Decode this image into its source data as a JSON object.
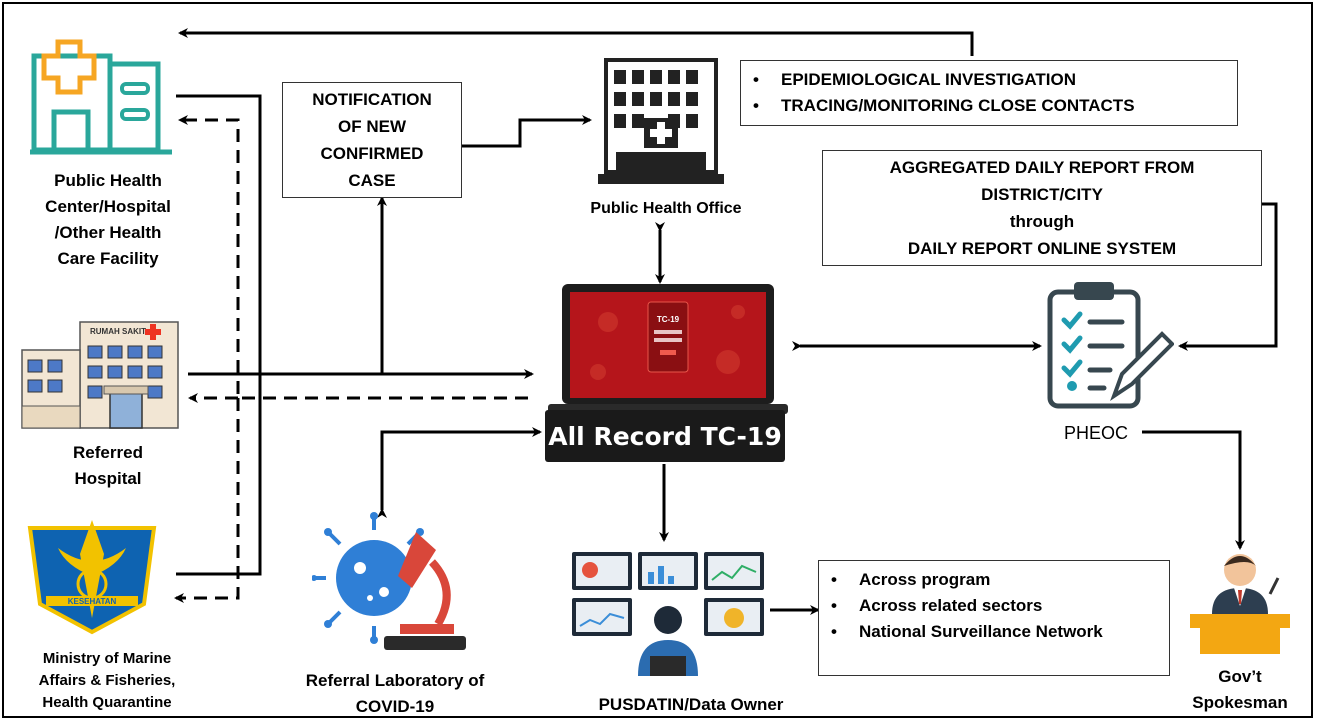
{
  "nodes": {
    "phc": {
      "label_lines": [
        "Public Health",
        "Center/Hospital",
        "/Other Health",
        "Care Facility"
      ]
    },
    "referred_hospital": {
      "label_lines": [
        "Referred",
        "Hospital"
      ],
      "sign_text": "RUMAH SAKIT"
    },
    "ministry": {
      "label_lines": [
        "Ministry of Marine",
        "Affairs & Fisheries,",
        "Health Quarantine"
      ],
      "emblem_text": "KESEHATAN"
    },
    "notification": {
      "lines": [
        "NOTIFICATION",
        "OF NEW",
        "CONFIRMED",
        "CASE"
      ]
    },
    "public_health_office": {
      "label": "Public Health Office"
    },
    "epi_box": {
      "items": [
        "EPIDEMIOLOGICAL INVESTIGATION",
        "TRACING/MONITORING CLOSE CONTACTS"
      ]
    },
    "aggregated_box": {
      "lines": [
        "AGGREGATED DAILY REPORT FROM",
        "DISTRICT/CITY",
        "through",
        "DAILY REPORT ONLINE SYSTEM"
      ]
    },
    "all_record": {
      "label": "All Record TC-19",
      "screen_text": "TC-19"
    },
    "pheoc": {
      "label": "PHEOC"
    },
    "lab": {
      "label_lines": [
        "Referral Laboratory of",
        "COVID-19"
      ]
    },
    "pusdatin": {
      "label": "PUSDATIN/Data Owner"
    },
    "across_box": {
      "items": [
        "Across program",
        "Across related sectors",
        "National Surveillance Network"
      ]
    },
    "spokesman": {
      "label_lines": [
        "Gov’t",
        "Spokesman"
      ]
    }
  },
  "icons": [
    "hospital-building-icon",
    "referred-hospital-icon",
    "health-quarantine-emblem-icon",
    "office-building-icon",
    "laptop-icon",
    "clipboard-checklist-icon",
    "virus-microscope-icon",
    "monitoring-screens-icon",
    "speaker-podium-icon"
  ],
  "colors": {
    "teal": "#2aa79b",
    "orange": "#f6a623",
    "laptop_red": "#b5151b",
    "lab_blue": "#2f7fd6",
    "lab_red": "#d9473a",
    "emblem_blue": "#0e63b1",
    "emblem_gold": "#f2c200",
    "speaker_suit": "#2d3e50",
    "podium": "#f3a712"
  }
}
